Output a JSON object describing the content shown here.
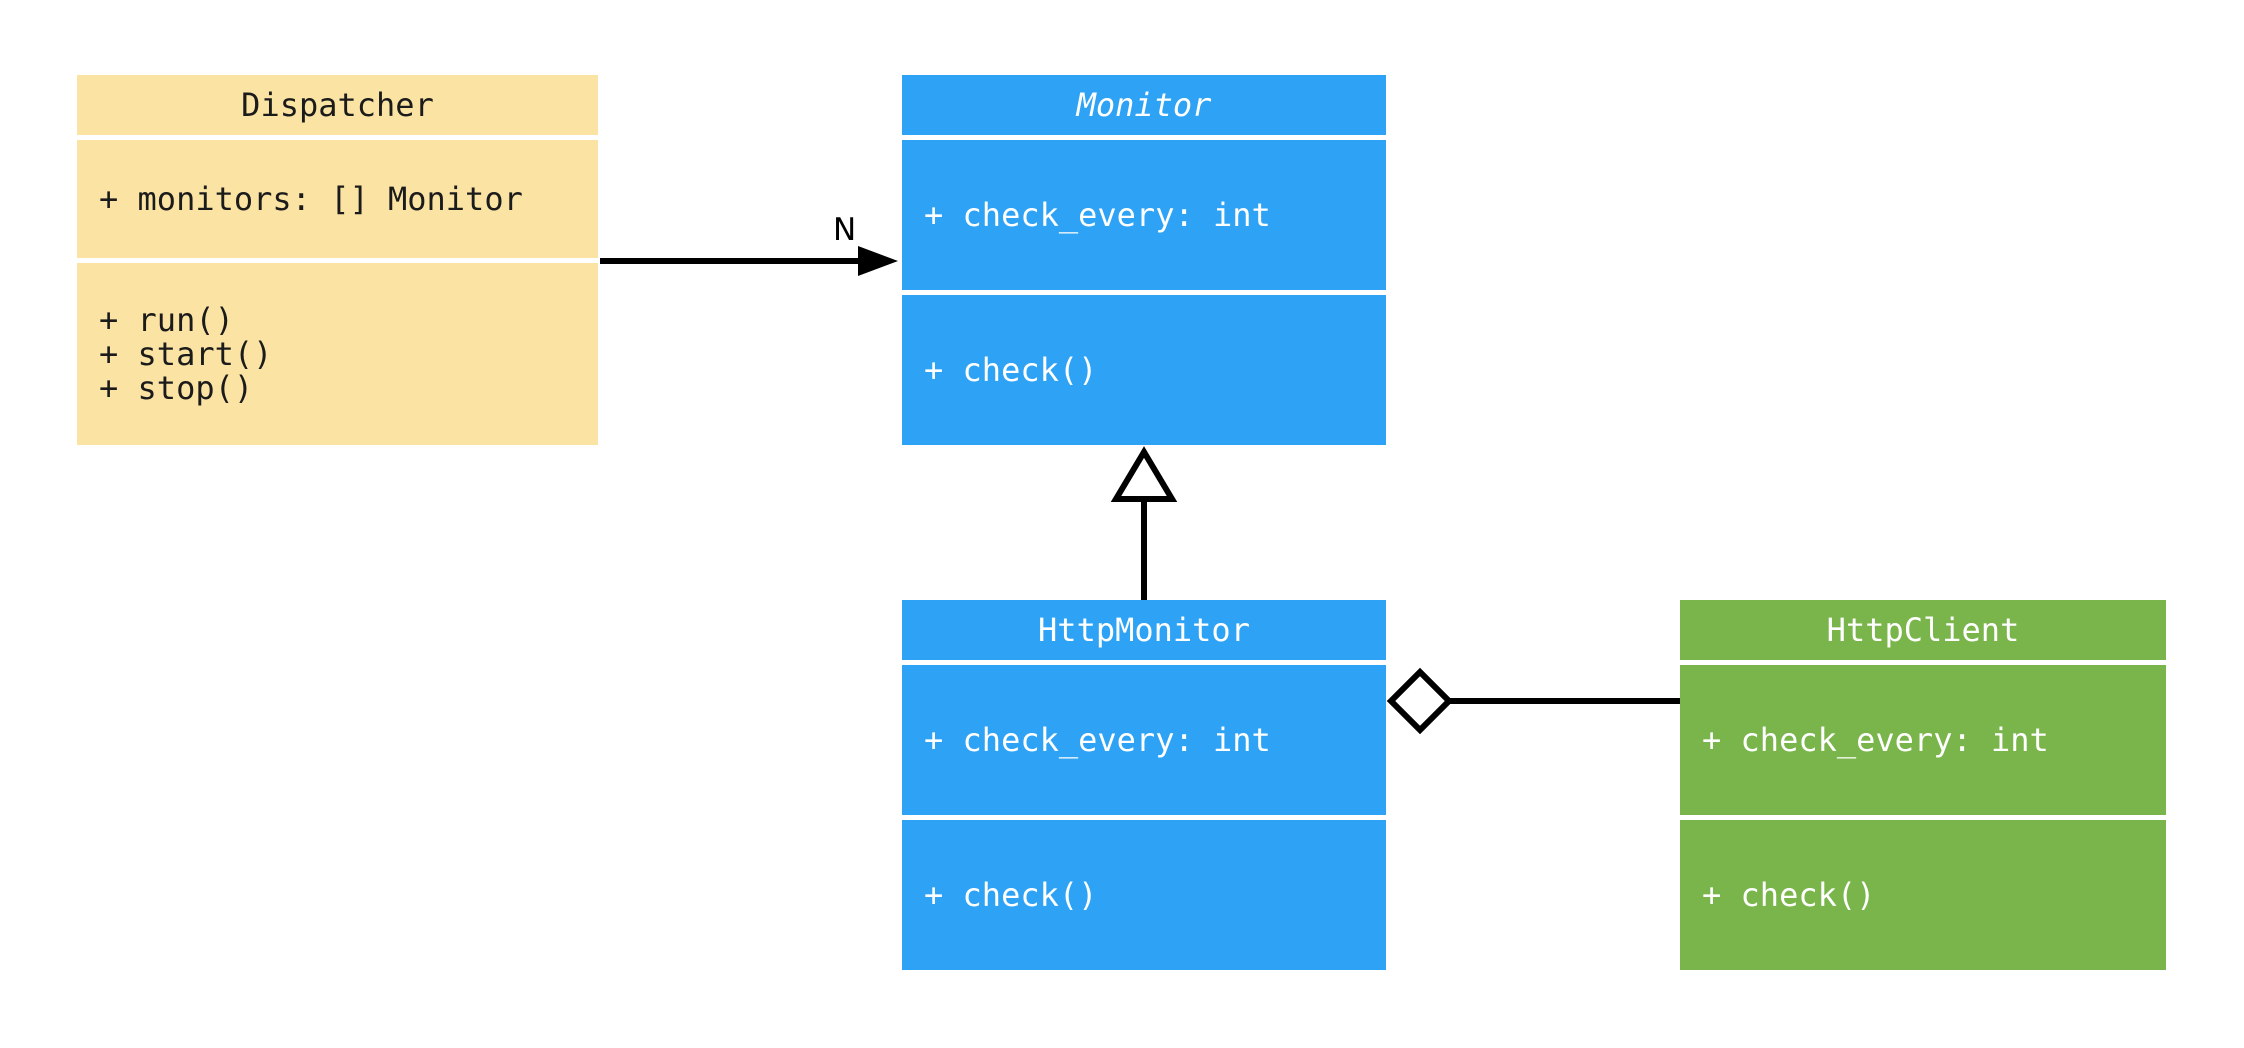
{
  "diagram": {
    "kind": "uml-class-diagram",
    "background": "#ffffff",
    "line_color": "#000000",
    "classes": {
      "dispatcher": {
        "name": "Dispatcher",
        "is_abstract": false,
        "attributes": [
          "+ monitors: [] Monitor"
        ],
        "methods": [
          "+ run()",
          "+ start()",
          "+ stop()"
        ],
        "fill": "#FAE3A3",
        "text_color": "#1b1b1b"
      },
      "monitor": {
        "name": "Monitor",
        "is_abstract": true,
        "attributes": [
          "+ check_every: int"
        ],
        "methods": [
          "+ check()"
        ],
        "fill": "#2EA3F6",
        "text_color": "#ffffff"
      },
      "http_monitor": {
        "name": "HttpMonitor",
        "is_abstract": false,
        "attributes": [
          "+ check_every: int"
        ],
        "methods": [
          "+ check()"
        ],
        "fill": "#2EA3F6",
        "text_color": "#ffffff"
      },
      "http_client": {
        "name": "HttpClient",
        "is_abstract": false,
        "attributes": [
          "+ check_every: int"
        ],
        "methods": [
          "+ check()"
        ],
        "fill": "#79B54A",
        "text_color": "#ffffff"
      }
    },
    "relations": {
      "dispatcher_monitor": {
        "type": "directed-association",
        "from": "Dispatcher",
        "to": "Monitor",
        "label": "N"
      },
      "httpmonitor_monitor": {
        "type": "generalization",
        "from": "HttpMonitor",
        "to": "Monitor",
        "label": ""
      },
      "httpmonitor_httpclient": {
        "type": "aggregation",
        "from": "HttpMonitor",
        "to": "HttpClient",
        "label": ""
      }
    }
  }
}
